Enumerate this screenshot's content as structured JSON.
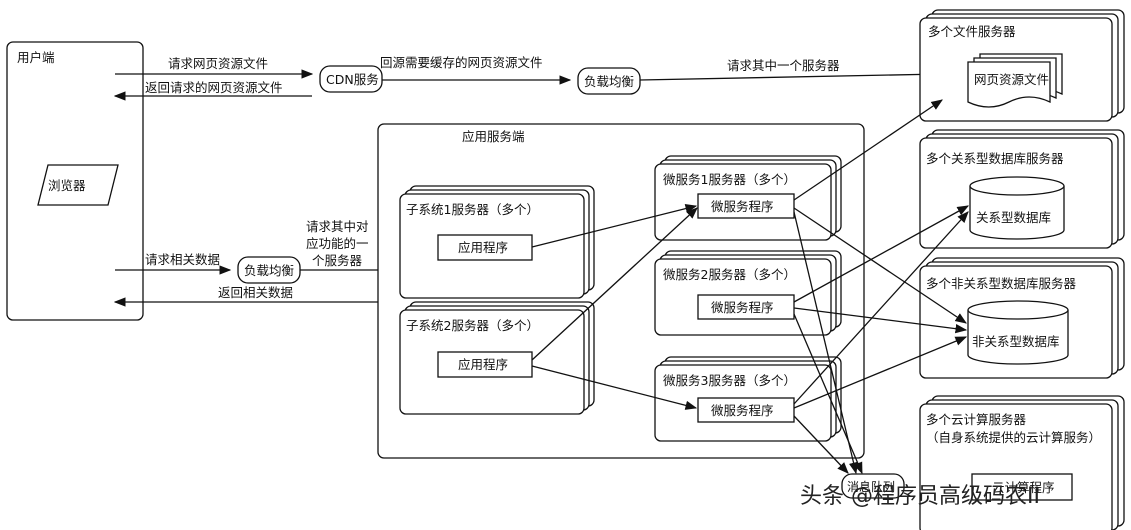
{
  "client": {
    "title": "用户端",
    "browser": "浏览器"
  },
  "top_flow": {
    "request_files": "请求网页资源文件",
    "return_files": "返回请求的网页资源文件",
    "cdn": "CDN服务",
    "back_to_origin": "回源需要缓存的网页资源文件",
    "load_balancer": "负载均衡",
    "request_one_server": "请求其中一个服务器"
  },
  "file_servers": {
    "title": "多个文件服务器",
    "doc": "网页资源文件"
  },
  "app_server": {
    "title": "应用服务端",
    "load_balancer": "负载均衡",
    "request_data": "请求相关数据",
    "return_data": "返回相关数据",
    "route_line1": "请求其中对",
    "route_line2": "应功能的一",
    "route_line3": "个服务器",
    "subsystems": [
      {
        "title": "子系统1服务器（多个）",
        "program": "应用程序"
      },
      {
        "title": "子系统2服务器（多个）",
        "program": "应用程序"
      }
    ],
    "microservices": [
      {
        "title": "微服务1服务器（多个）",
        "program": "微服务程序"
      },
      {
        "title": "微服务2服务器（多个）",
        "program": "微服务程序"
      },
      {
        "title": "微服务3服务器（多个）",
        "program": "微服务程序"
      }
    ],
    "message_queue": "消息队列"
  },
  "rdb_servers": {
    "title": "多个关系型数据库服务器",
    "db": "关系型数据库"
  },
  "nosql_servers": {
    "title": "多个非关系型数据库服务器",
    "db": "非关系型数据库"
  },
  "cloud_servers": {
    "title": "多个云计算服务器",
    "subtitle": "（自身系统提供的云计算服务）",
    "program": "云计算程序"
  },
  "watermark": "头条 @程序员高级码农II"
}
